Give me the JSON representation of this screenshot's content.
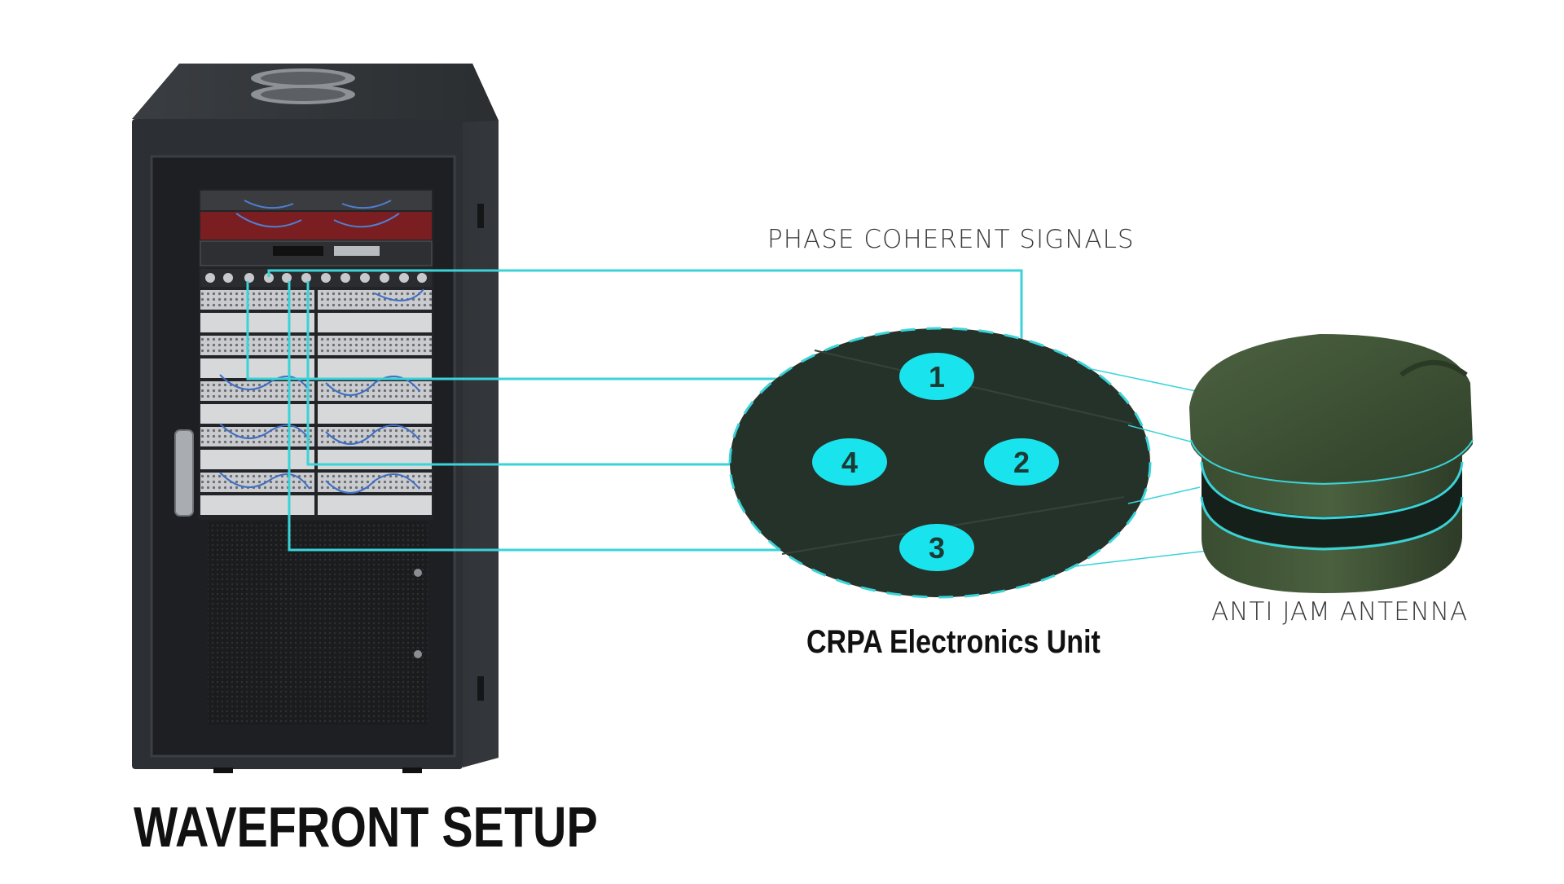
{
  "labels": {
    "phase_coherent": "PHASE COHERENT SIGNALS",
    "anti_jam": "ANTI JAM ANTENNA",
    "crpa_unit": "CRPA Electronics Unit",
    "wavefront_setup": "WAVEFRONT SETUP"
  },
  "antenna_elements": [
    {
      "id": "1",
      "label": "1"
    },
    {
      "id": "2",
      "label": "2"
    },
    {
      "id": "3",
      "label": "3"
    },
    {
      "id": "4",
      "label": "4"
    }
  ],
  "colors": {
    "signal_line": "#3ad3d8",
    "element_fill": "#19e4ee",
    "crpa_disc": "#253229",
    "antenna_green": "#3c4f33",
    "rack": "#2a2d30"
  },
  "icons": {
    "rack": "server-rack-icon",
    "antenna": "antenna-puck-icon"
  }
}
